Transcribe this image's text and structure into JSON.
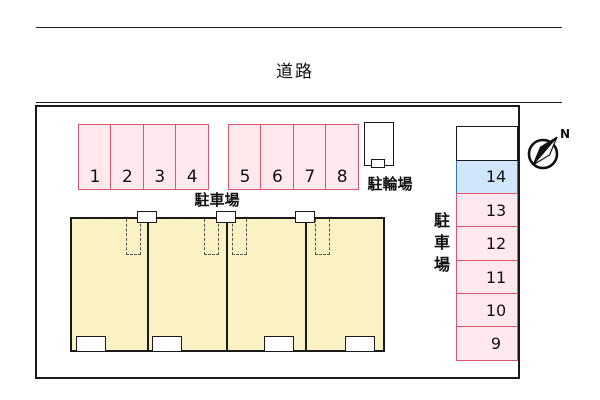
{
  "road": {
    "label": "道路"
  },
  "parking_top": {
    "label": "駐車場",
    "group1": [
      "1",
      "2",
      "3",
      "4"
    ],
    "group2": [
      "5",
      "6",
      "7",
      "8"
    ]
  },
  "bicycle": {
    "label": "駐輪場"
  },
  "parking_right": {
    "label_chars": [
      "駐",
      "車",
      "場"
    ],
    "spaces": [
      {
        "num": "",
        "style": "vacant"
      },
      {
        "num": "14",
        "style": "blue"
      },
      {
        "num": "13",
        "style": "pink"
      },
      {
        "num": "12",
        "style": "pink"
      },
      {
        "num": "11",
        "style": "pink"
      },
      {
        "num": "10",
        "style": "pink"
      },
      {
        "num": "9",
        "style": "pink"
      }
    ]
  },
  "compass": {
    "north_label": "N"
  },
  "colors": {
    "stall_pink_fill": "#ffe9ee",
    "stall_pink_border": "#d95570",
    "stall_blue_fill": "#cfe6fb",
    "stall_blue_border": "#2b72c8",
    "building_fill": "#faf2c2",
    "line": "#1a1a1a"
  }
}
